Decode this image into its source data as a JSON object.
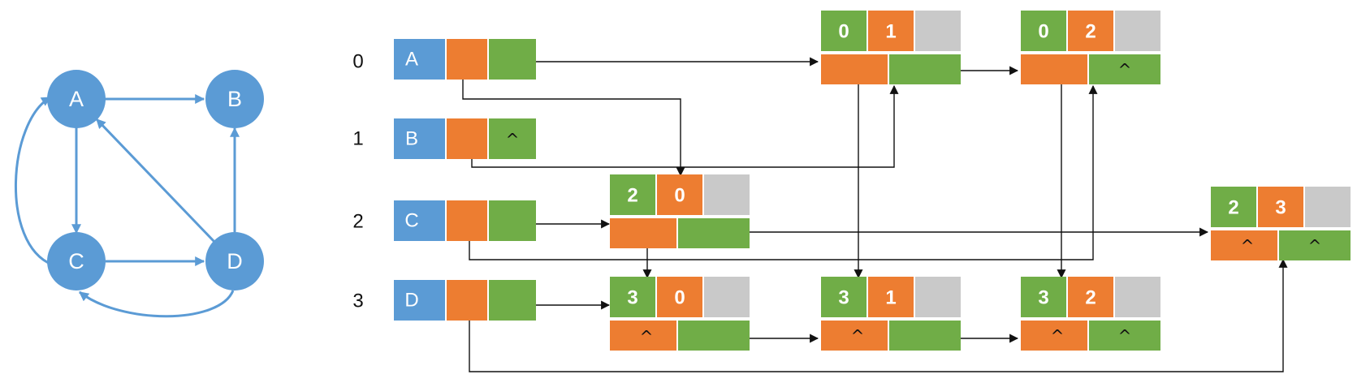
{
  "colors": {
    "graph_node": "#5b9bd5",
    "graph_edge": "#5b9bd5",
    "vertex_cell": "#5b9bd5",
    "orange": "#ed7d31",
    "green": "#70ad47",
    "gray": "#c9c9c9",
    "arrow": "#111111"
  },
  "graph": {
    "nodes": [
      "A",
      "B",
      "C",
      "D"
    ]
  },
  "cross_list": {
    "null_symbol": "^",
    "vertices": [
      {
        "index": "0",
        "name": "A"
      },
      {
        "index": "1",
        "name": "B"
      },
      {
        "index": "2",
        "name": "C"
      },
      {
        "index": "3",
        "name": "D"
      }
    ],
    "arcs": [
      {
        "tail": "0",
        "head": "1"
      },
      {
        "tail": "0",
        "head": "2"
      },
      {
        "tail": "2",
        "head": "0"
      },
      {
        "tail": "2",
        "head": "3"
      },
      {
        "tail": "3",
        "head": "0"
      },
      {
        "tail": "3",
        "head": "1"
      },
      {
        "tail": "3",
        "head": "2"
      }
    ]
  }
}
